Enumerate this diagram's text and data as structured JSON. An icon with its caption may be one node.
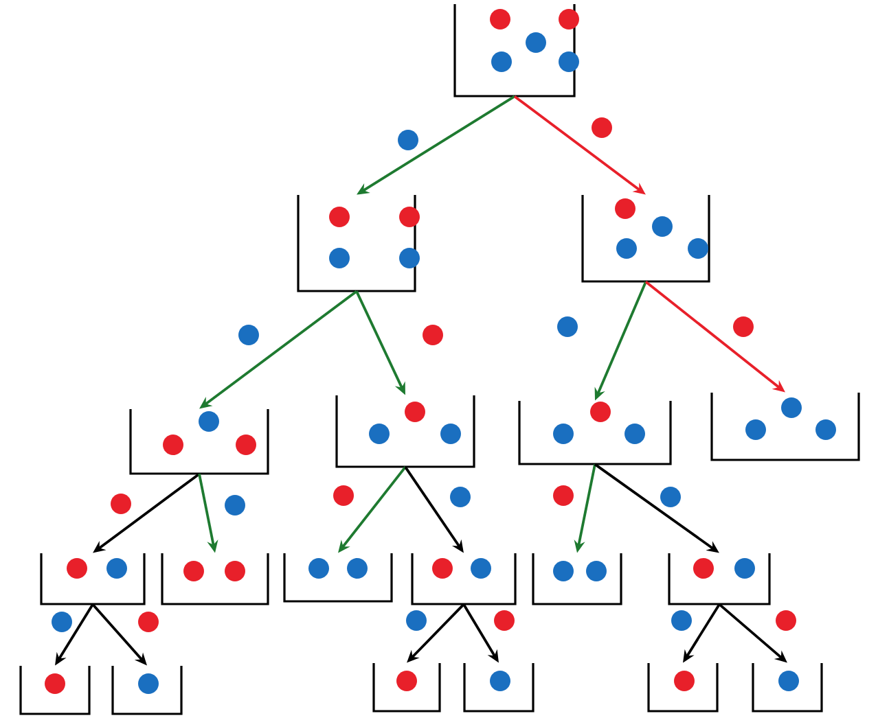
{
  "diagram": {
    "nodes": [
      {
        "text": [],
        "shape": "box"
      },
      {
        "text": [],
        "shape": "box"
      },
      {
        "text": [],
        "shape": "box"
      },
      {
        "text": [],
        "shape": "box"
      },
      {
        "text": [],
        "shape": "box"
      },
      {
        "text": [],
        "shape": "box"
      },
      {
        "text": [],
        "shape": "box"
      },
      {
        "text": [],
        "shape": "box"
      },
      {
        "text": [],
        "shape": "box"
      },
      {
        "text": [],
        "shape": "box"
      },
      {
        "text": [],
        "shape": "box"
      },
      {
        "text": [],
        "shape": "box"
      },
      {
        "text": [],
        "shape": "box"
      },
      {
        "text": [],
        "shape": "box"
      },
      {
        "text": [],
        "shape": "box"
      },
      {
        "text": [],
        "shape": "box"
      },
      {
        "text": [],
        "shape": "box"
      },
      {
        "text": [],
        "shape": "box"
      },
      {
        "text": [],
        "shape": "box"
      },
      {
        "text": [],
        "shape": "circle",
        "in": 0
      },
      {
        "text": [],
        "shape": "circle",
        "in": 0
      },
      {
        "text": [],
        "shape": "circle",
        "in": 0
      },
      {
        "text": [],
        "shape": "circle",
        "in": 0
      },
      {
        "text": [],
        "shape": "circle",
        "in": 0
      },
      {
        "text": [],
        "shape": "circle",
        "in": 1
      },
      {
        "text": [],
        "shape": "circle",
        "in": 1
      },
      {
        "text": [],
        "shape": "circle",
        "in": 1
      },
      {
        "text": [],
        "shape": "circle",
        "in": 1
      },
      {
        "text": [],
        "shape": "circle",
        "in": 2
      },
      {
        "text": [],
        "shape": "circle",
        "in": 2
      },
      {
        "text": [],
        "shape": "circle",
        "in": 2
      },
      {
        "text": [],
        "shape": "circle",
        "in": 2
      },
      {
        "text": [],
        "shape": "circle",
        "in": 3
      },
      {
        "text": [],
        "shape": "circle",
        "in": 3
      },
      {
        "text": [],
        "shape": "circle",
        "in": 3
      },
      {
        "text": [],
        "shape": "circle",
        "in": 4
      },
      {
        "text": [],
        "shape": "circle",
        "in": 4
      },
      {
        "text": [],
        "shape": "circle",
        "in": 4
      },
      {
        "text": [],
        "shape": "circle",
        "in": 5
      },
      {
        "text": [],
        "shape": "circle",
        "in": 5
      },
      {
        "text": [],
        "shape": "circle",
        "in": 5
      },
      {
        "text": [],
        "shape": "circle",
        "in": 6
      },
      {
        "text": [],
        "shape": "circle",
        "in": 6
      },
      {
        "text": [],
        "shape": "circle",
        "in": 6
      },
      {
        "text": [],
        "shape": "circle",
        "in": 7
      },
      {
        "text": [],
        "shape": "circle",
        "in": 7
      },
      {
        "text": [],
        "shape": "circle",
        "in": 8
      },
      {
        "text": [],
        "shape": "circle",
        "in": 8
      },
      {
        "text": [],
        "shape": "circle",
        "in": 9
      },
      {
        "text": [],
        "shape": "circle",
        "in": 9
      },
      {
        "text": [],
        "shape": "circle",
        "in": 10
      },
      {
        "text": [],
        "shape": "circle",
        "in": 10
      },
      {
        "text": [],
        "shape": "circle",
        "in": 11
      },
      {
        "text": [],
        "shape": "circle",
        "in": 11
      },
      {
        "text": [],
        "shape": "circle",
        "in": 12
      },
      {
        "text": [],
        "shape": "circle",
        "in": 12
      },
      {
        "text": [],
        "shape": "circle",
        "in": 13
      },
      {
        "text": [],
        "shape": "circle",
        "in": 14
      },
      {
        "text": [],
        "shape": "circle",
        "in": 15
      },
      {
        "text": [],
        "shape": "circle",
        "in": 16
      },
      {
        "text": [],
        "shape": "circle",
        "in": 17
      },
      {
        "text": [],
        "shape": "circle",
        "in": 18
      },
      {
        "text": [],
        "shape": "circle"
      },
      {
        "text": [],
        "shape": "circle"
      },
      {
        "text": [],
        "shape": "circle"
      },
      {
        "text": [],
        "shape": "circle"
      },
      {
        "text": [],
        "shape": "circle"
      },
      {
        "text": [],
        "shape": "circle"
      },
      {
        "text": [],
        "shape": "circle"
      },
      {
        "text": [],
        "shape": "circle"
      },
      {
        "text": [],
        "shape": "circle"
      },
      {
        "text": [],
        "shape": "circle"
      },
      {
        "text": [],
        "shape": "circle"
      },
      {
        "text": [],
        "shape": "circle"
      },
      {
        "text": [],
        "shape": "circle"
      },
      {
        "text": [],
        "shape": "circle"
      },
      {
        "text": [],
        "shape": "circle"
      },
      {
        "text": [],
        "shape": "circle"
      },
      {
        "text": [],
        "shape": "circle"
      },
      {
        "text": [],
        "shape": "circle"
      }
    ],
    "edges": [
      {
        "from": 0,
        "to": 1,
        "arrow": "to",
        "color": "#1e7a30"
      },
      {
        "from": 0,
        "to": 2,
        "arrow": "to",
        "color": "#e8202a"
      },
      {
        "from": 1,
        "to": 3,
        "arrow": "to",
        "color": "#1e7a30"
      },
      {
        "from": 1,
        "to": 4,
        "arrow": "to",
        "color": "#1e7a30"
      },
      {
        "from": 2,
        "to": 5,
        "arrow": "to",
        "color": "#1e7a30"
      },
      {
        "from": 2,
        "to": 6,
        "arrow": "to",
        "color": "#e8202a"
      },
      {
        "from": 3,
        "to": 7,
        "arrow": "to"
      },
      {
        "from": 3,
        "to": 8,
        "arrow": "to",
        "color": "#1e7a30"
      },
      {
        "from": 4,
        "to": 9,
        "arrow": "to",
        "color": "#1e7a30"
      },
      {
        "from": 4,
        "to": 10,
        "arrow": "to"
      },
      {
        "from": 5,
        "to": 11,
        "arrow": "to",
        "color": "#1e7a30"
      },
      {
        "from": 5,
        "to": 12,
        "arrow": "to"
      },
      {
        "from": 7,
        "to": 13,
        "arrow": "to"
      },
      {
        "from": 7,
        "to": 14,
        "arrow": "to"
      },
      {
        "from": 10,
        "to": 15,
        "arrow": "to"
      },
      {
        "from": 10,
        "to": 16,
        "arrow": "to"
      },
      {
        "from": 12,
        "to": 17,
        "arrow": "to"
      },
      {
        "from": 12,
        "to": 18,
        "arrow": "to"
      }
    ]
  }
}
